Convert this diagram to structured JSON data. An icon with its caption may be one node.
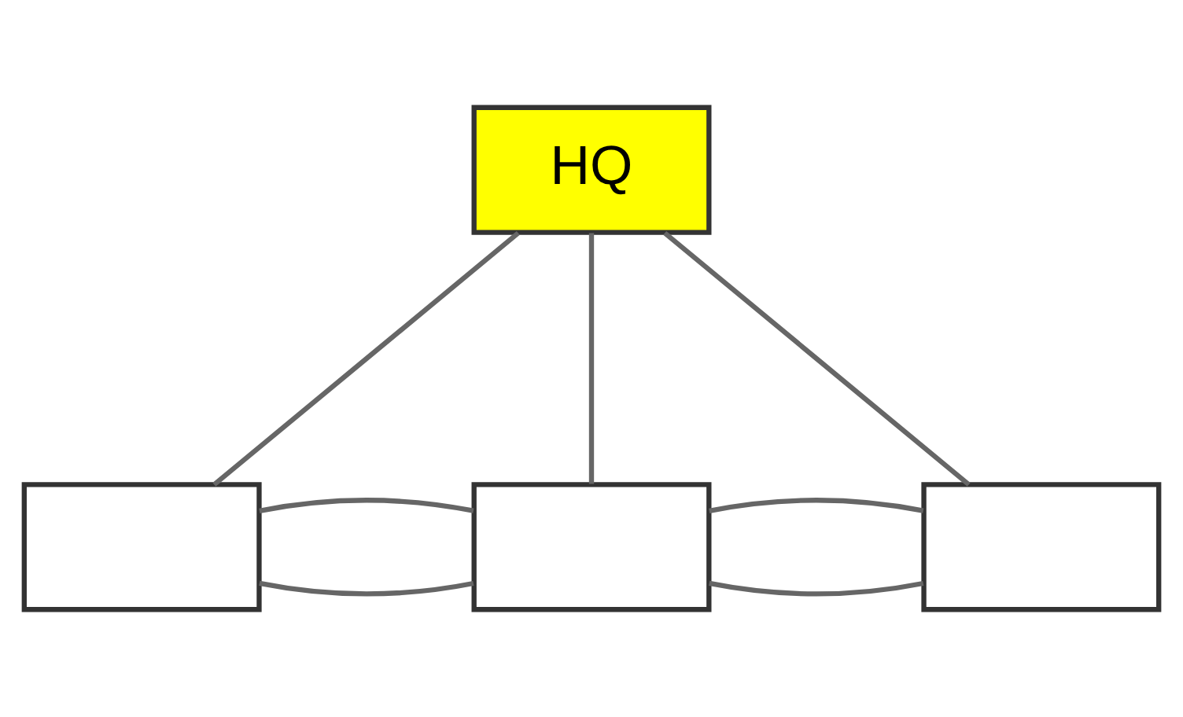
{
  "diagram": {
    "nodes": [
      {
        "text": [
          "HQ"
        ]
      },
      {
        "text": [],
        "shape": "box"
      },
      {
        "text": [],
        "shape": "box"
      },
      {
        "text": [],
        "shape": "box"
      }
    ],
    "edges": [
      {
        "from": 0,
        "to": 1,
        "arrow": "none"
      },
      {
        "from": 0,
        "to": 2,
        "arrow": "none"
      },
      {
        "from": 0,
        "to": 3,
        "arrow": "none"
      },
      {
        "from": 1,
        "to": 2,
        "arrow": "none"
      },
      {
        "from": 2,
        "to": 3,
        "arrow": "none"
      },
      {
        "from": 1,
        "to": 2,
        "arrow": "none"
      },
      {
        "from": 2,
        "to": 3,
        "arrow": "none"
      }
    ]
  }
}
